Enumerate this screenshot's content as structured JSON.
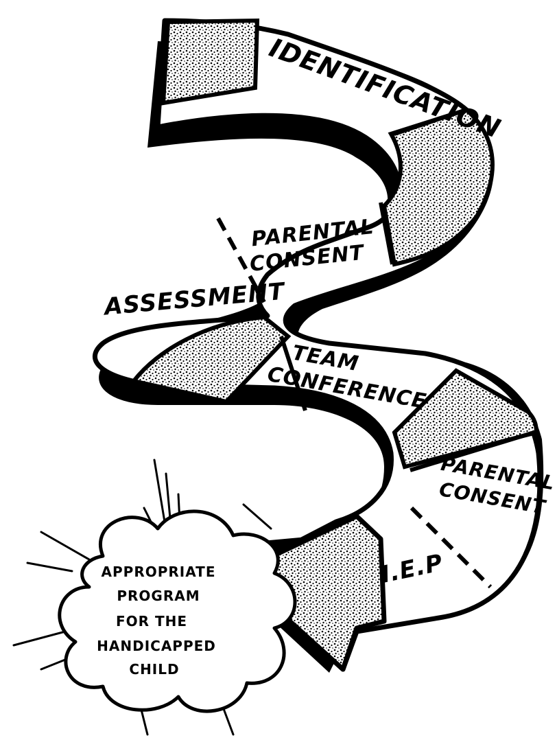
{
  "steps": [
    {
      "id": "identification",
      "label": "IDENTIFICATION"
    },
    {
      "id": "parental-consent-1",
      "lines": [
        "PARENTAL",
        "CONSENT"
      ]
    },
    {
      "id": "assessment",
      "label": "ASSESSMENT"
    },
    {
      "id": "team-conference",
      "lines": [
        "TEAM",
        "CONFERENCE"
      ]
    },
    {
      "id": "parental-consent-2",
      "lines": [
        "PARENTAL",
        "CONSENT"
      ]
    },
    {
      "id": "iep",
      "label": "I.E.P"
    }
  ],
  "outcome": {
    "lines": [
      "APPROPRIATE",
      "PROGRAM",
      "FOR THE",
      "HANDICAPPED",
      "CHILD"
    ]
  },
  "colors": {
    "ink": "#000000",
    "paper": "#ffffff"
  }
}
